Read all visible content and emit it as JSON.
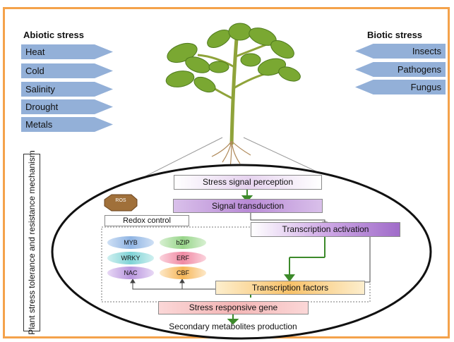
{
  "abiotic": {
    "title": "Abiotic stress",
    "items": [
      "Heat",
      "Cold",
      "Salinity",
      "Drought",
      "Metals"
    ]
  },
  "biotic": {
    "title": "Biotic stress",
    "items": [
      "Insects",
      "Pathogens",
      "Fungus"
    ]
  },
  "side_label": "Plant stress tolerance and resistance mechanism",
  "flow": {
    "perception": "Stress signal perception",
    "transduction": "Signal transduction",
    "activation": "Transcription activation",
    "factors": "Transcription factors",
    "gene": "Stress responsive gene",
    "metabolites": "Secondary metabolites production"
  },
  "ros": "ROS",
  "redox": "Redox control",
  "tfs": [
    "MYB",
    "bZIP",
    "WRKY",
    "ERF",
    "NAC",
    "CBF"
  ],
  "colors": {
    "frame": "#f4a24b",
    "stress_arrow": "#93b0d8",
    "flow_arrow": "#3c8a2a",
    "ros": "#a0703a"
  }
}
